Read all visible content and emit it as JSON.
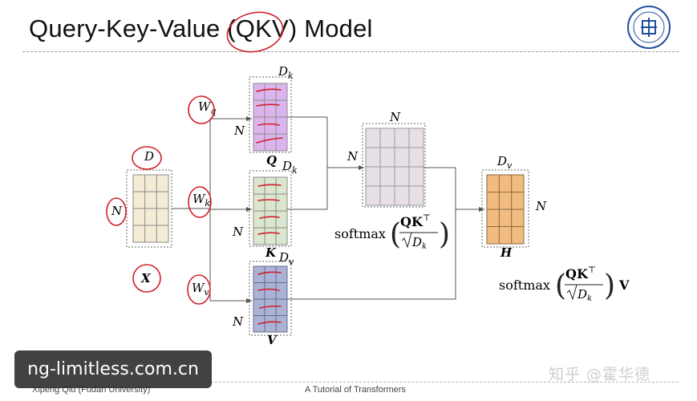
{
  "slide": {
    "title": "Query-Key-Value (QKV) Model",
    "footer_author": "Xipeng Qiu (Fudan University)",
    "footer_talk": "A Tutorial of Transformers",
    "watermark": "ng-limitless.com.cn",
    "credit": "知乎 @霍华德"
  },
  "diagram": {
    "x_matrix": {
      "label": "X",
      "rows_label": "N",
      "cols_label": "D",
      "fill": "#f5ecd5"
    },
    "weights": [
      {
        "label": "W",
        "sub": "q"
      },
      {
        "label": "W",
        "sub": "k"
      },
      {
        "label": "W",
        "sub": "v"
      }
    ],
    "q_matrix": {
      "label": "Q",
      "rows_label": "N",
      "cols_label": "D",
      "cols_sub": "k",
      "fill": "#dcb5ee"
    },
    "k_matrix": {
      "label": "K",
      "rows_label": "N",
      "cols_label": "D",
      "cols_sub": "k",
      "fill": "#dbe6cf"
    },
    "v_matrix": {
      "label": "V",
      "rows_label": "N",
      "cols_label": "D",
      "cols_sub": "v",
      "fill": "#aab3d6"
    },
    "attention_matrix": {
      "rows_label": "N",
      "cols_label": "N",
      "fill": "#e6dfe5",
      "formula_fn": "softmax",
      "formula_num": "QK",
      "formula_sup": "⊤",
      "formula_den": "D",
      "formula_den_sub": "k"
    },
    "h_matrix": {
      "label": "H",
      "rows_label": "N",
      "cols_label": "D",
      "cols_sub": "v",
      "fill": "#f2bb7f"
    },
    "output_formula": {
      "fn": "softmax",
      "num": "QK",
      "sup": "⊤",
      "den": "D",
      "den_sub": "k",
      "tail": "V"
    },
    "annotation_color": "#d0202a",
    "line_color": "#555555"
  }
}
